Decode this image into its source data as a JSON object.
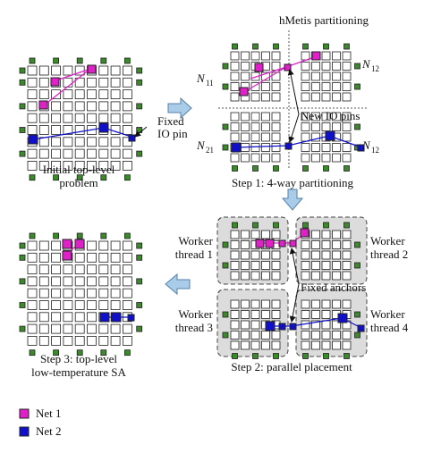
{
  "labels": {
    "fixed_io_pin": [
      "Fixed",
      "IO pin"
    ],
    "initial_problem": [
      "Initial top-level",
      "problem"
    ],
    "hmetis": "hMetis partitioning",
    "new_io_pins": "New IO pins",
    "step1": "Step 1: 4-way partitioning",
    "n11": "N",
    "n11_sub": "11",
    "n12a": "N",
    "n12a_sub": "12",
    "n21": "N",
    "n21_sub": "21",
    "n12b": "N",
    "n12b_sub": "12",
    "worker1": [
      "Worker",
      "thread 1"
    ],
    "worker2": [
      "Worker",
      "thread 2"
    ],
    "worker3": [
      "Worker",
      "thread 3"
    ],
    "worker4": [
      "Worker",
      "thread 4"
    ],
    "fixed_anchors": "Fixed anchors",
    "step2": "Step 2: parallel placement",
    "step3": [
      "Step 3: top-level",
      "low-temperature SA"
    ],
    "legend_net1": "Net 1",
    "legend_net2": "Net 2"
  },
  "colors": {
    "net1": "#e020c8",
    "net2": "#1010cc",
    "io_pad": "#3a8a2a",
    "cell_border": "#222222",
    "arrow_fill": "#a9cde8",
    "panel_shade": "#dcdcdc"
  }
}
